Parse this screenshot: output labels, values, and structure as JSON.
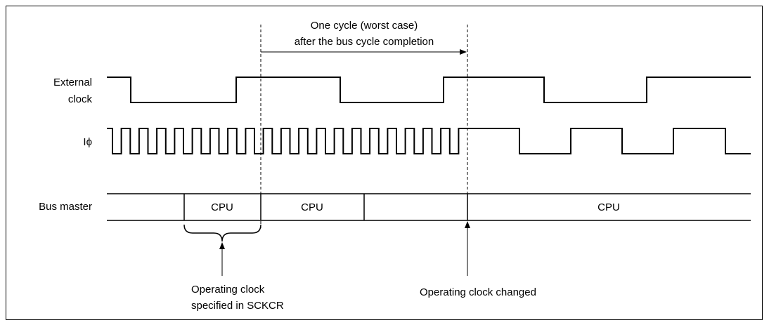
{
  "signals": {
    "external_clock_label_line1": "External",
    "external_clock_label_line2": "clock",
    "i_phi_label": "Iϕ",
    "bus_master_label": "Bus master"
  },
  "bus_segments": {
    "cpu_1": "CPU",
    "cpu_2": "CPU",
    "cpu_3": "CPU"
  },
  "annotations": {
    "one_cycle_line1": "One cycle (worst case)",
    "one_cycle_line2": "after the bus cycle completion",
    "operating_clock_specified_line1": "Operating clock",
    "operating_clock_specified_line2": "specified in SCKCR",
    "operating_clock_changed": "Operating clock changed"
  }
}
